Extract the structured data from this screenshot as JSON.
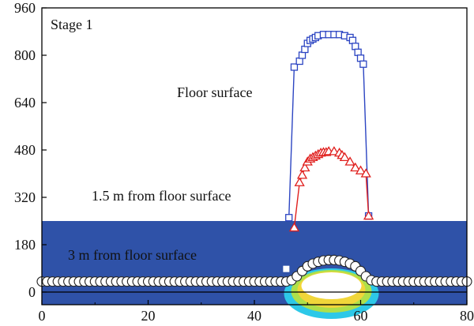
{
  "chart_data": {
    "type": "line",
    "annotations": {
      "stage": "Stage 1",
      "floor": "Floor surface",
      "mid": "1.5 m from floor surface",
      "low": "3 m from floor surface"
    },
    "x_ticks": [
      "0",
      "20",
      "40",
      "60",
      "80"
    ],
    "y_ticks": [
      "0",
      "180",
      "320",
      "480",
      "640",
      "800",
      "960"
    ],
    "y_tick_values": [
      0,
      180,
      320,
      480,
      640,
      800,
      960
    ],
    "xlim": [
      0,
      80
    ],
    "colors": {
      "floor": "#2c45c2",
      "mid": "#e0201e",
      "low_marker_fill": "#ffffff",
      "band": "#2f52a8",
      "plume_outer": "#2dc8e8",
      "plume_mid": "#aee04a",
      "plume_inner": "#f1d63a"
    },
    "series": [
      {
        "key": "floor",
        "marker": "square",
        "x": [
          46.5,
          47.5,
          48.5,
          49.0,
          49.5,
          50.0,
          50.5,
          51.0,
          51.5,
          52.0,
          53.0,
          54.0,
          55.0,
          56.0,
          57.0,
          58.0,
          58.5,
          59.0,
          59.5,
          60.0,
          60.5,
          61.5
        ],
        "y": [
          260,
          760,
          780,
          800,
          820,
          840,
          850,
          855,
          860,
          866,
          870,
          870,
          870,
          870,
          866,
          860,
          850,
          830,
          810,
          790,
          770,
          265
        ]
      },
      {
        "key": "mid",
        "marker": "triangle",
        "x": [
          47.5,
          48.5,
          49.0,
          49.5,
          50.0,
          50.5,
          51.0,
          51.5,
          52.0,
          52.5,
          53.0,
          53.5,
          54.0,
          55.0,
          56.0,
          56.5,
          57.0,
          58.0,
          59.0,
          60.0,
          61.0,
          61.5
        ],
        "y": [
          230,
          370,
          395,
          420,
          440,
          450,
          455,
          460,
          465,
          470,
          472,
          472,
          475,
          475,
          470,
          462,
          455,
          440,
          420,
          410,
          400,
          265
        ]
      },
      {
        "key": "low",
        "marker": "circle",
        "x": [
          0,
          1,
          2,
          3,
          4,
          5,
          6,
          7,
          8,
          9,
          10,
          11,
          12,
          13,
          14,
          15,
          16,
          17,
          18,
          19,
          20,
          21,
          22,
          23,
          24,
          25,
          26,
          27,
          28,
          29,
          30,
          31,
          32,
          33,
          34,
          35,
          36,
          37,
          38,
          39,
          40,
          41,
          42,
          43,
          44,
          45,
          46,
          47,
          48,
          49,
          50,
          51,
          52,
          53,
          54,
          55,
          56,
          57,
          58,
          59,
          60,
          61,
          62,
          63,
          64,
          65,
          66,
          67,
          68,
          69,
          70,
          71,
          72,
          73,
          74,
          75,
          76,
          77,
          78,
          79,
          80
        ],
        "y": [
          40,
          40,
          40,
          40,
          40,
          40,
          40,
          40,
          40,
          40,
          40,
          40,
          40,
          40,
          40,
          40,
          40,
          40,
          40,
          40,
          40,
          40,
          40,
          40,
          40,
          40,
          40,
          40,
          40,
          40,
          40,
          40,
          40,
          40,
          40,
          40,
          40,
          40,
          40,
          40,
          40,
          40,
          40,
          40,
          40,
          40,
          40,
          45,
          60,
          80,
          98,
          108,
          115,
          120,
          122,
          122,
          120,
          115,
          108,
          98,
          80,
          60,
          45,
          40,
          40,
          40,
          40,
          40,
          40,
          40,
          40,
          40,
          40,
          40,
          40,
          40,
          40,
          40,
          40,
          40,
          40
        ]
      }
    ],
    "extra_marker": {
      "x": 46.0,
      "y": 88
    }
  }
}
